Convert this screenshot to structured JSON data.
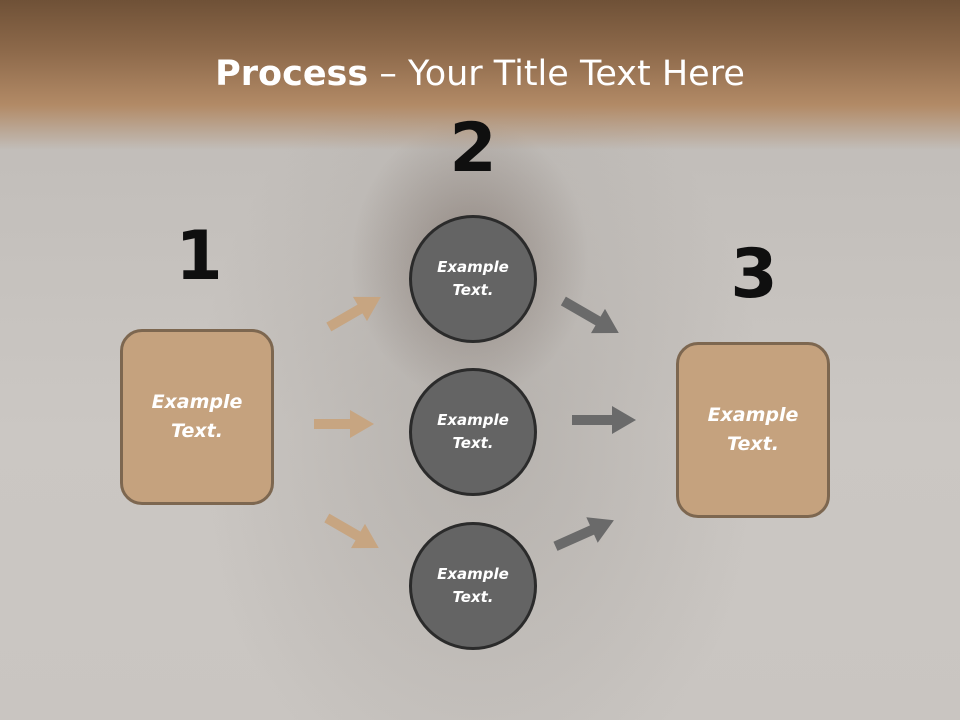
{
  "title": {
    "bold": "Process",
    "rest": " – Your Title Text Here"
  },
  "steps": {
    "one": "1",
    "two": "2",
    "three": "3"
  },
  "left_box": {
    "text": "Example\nText."
  },
  "circles": [
    {
      "text": "Example\nText."
    },
    {
      "text": "Example\nText."
    },
    {
      "text": "Example\nText."
    }
  ],
  "right_box": {
    "text": "Example\nText."
  },
  "colors": {
    "tan": "#c5a27e",
    "tan_arrow": "#c7a581",
    "circle": "#646464",
    "gray_arrow": "#6a6a6a"
  }
}
